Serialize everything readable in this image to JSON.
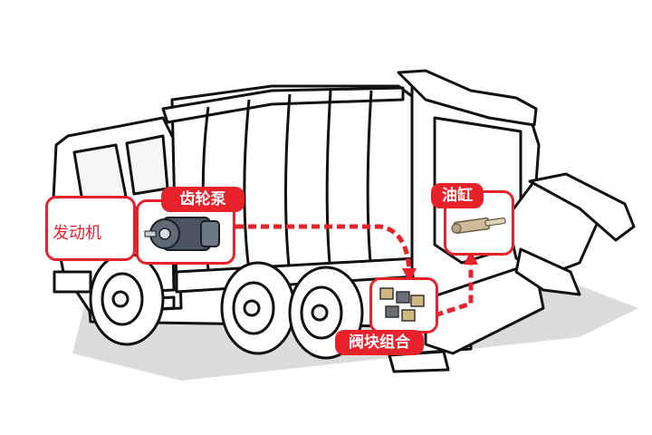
{
  "labels": {
    "engine": "发动机",
    "gear_pump": "齿轮泵",
    "cylinder": "油缸",
    "valve_block": "阀块组合"
  },
  "colors": {
    "accent": "#e8222b",
    "outline": "#111111",
    "shadow": "#d9d9d9"
  }
}
